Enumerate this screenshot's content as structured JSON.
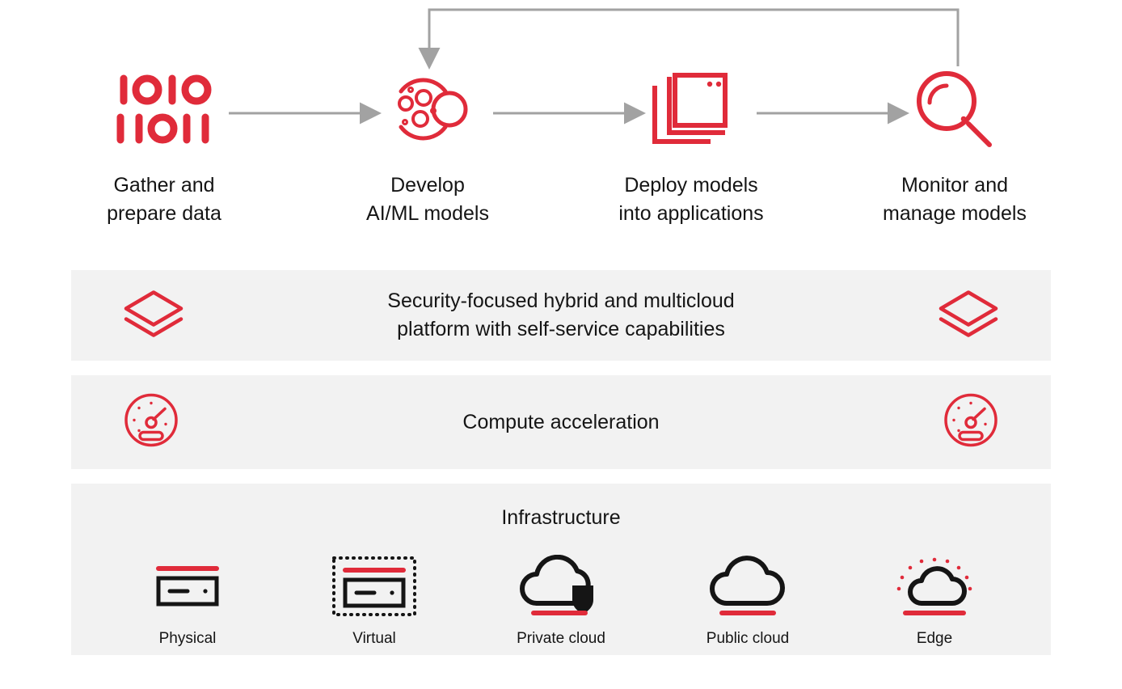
{
  "colors": {
    "red": "#e02b3a",
    "red_dark": "#cc3040",
    "black": "#151515",
    "gray_arrow": "#a2a2a2",
    "band_bg": "#f2f2f2",
    "page_bg": "#ffffff"
  },
  "pipeline": {
    "steps": [
      {
        "id": "gather",
        "icon": "binary-data-icon",
        "label": "Gather and\nprepare data"
      },
      {
        "id": "develop",
        "icon": "model-development-icon",
        "label": "Develop\nAI/ML models"
      },
      {
        "id": "deploy",
        "icon": "stacked-windows-icon",
        "label": "Deploy models\ninto applications"
      },
      {
        "id": "monitor",
        "icon": "magnifier-icon",
        "label": "Monitor and\nmanage models"
      }
    ],
    "arrows": [
      {
        "id": "arrow-gather-to-develop",
        "type": "straight-right-arrow"
      },
      {
        "id": "arrow-develop-to-deploy",
        "type": "straight-right-arrow"
      },
      {
        "id": "arrow-deploy-to-monitor",
        "type": "straight-right-arrow"
      },
      {
        "id": "arrow-monitor-feedback-to-develop",
        "type": "feedback-loop-arrow"
      }
    ],
    "binary_icon": {
      "top_row": "IOIO",
      "bottom_row": "IIOII"
    }
  },
  "bands": [
    {
      "id": "platform",
      "title": "Security-focused hybrid and multicloud\nplatform with self-service capabilities",
      "icon": "layers-icon"
    },
    {
      "id": "compute",
      "title": "Compute acceleration",
      "icon": "speedometer-icon"
    }
  ],
  "infrastructure": {
    "title": "Infrastructure",
    "items": [
      {
        "id": "physical",
        "label": "Physical",
        "icon": "server-icon"
      },
      {
        "id": "virtual",
        "label": "Virtual",
        "icon": "virtual-server-icon"
      },
      {
        "id": "private-cloud",
        "label": "Private cloud",
        "icon": "cloud-shield-icon"
      },
      {
        "id": "public-cloud",
        "label": "Public cloud",
        "icon": "cloud-icon"
      },
      {
        "id": "edge",
        "label": "Edge",
        "icon": "edge-cloud-icon"
      }
    ]
  }
}
